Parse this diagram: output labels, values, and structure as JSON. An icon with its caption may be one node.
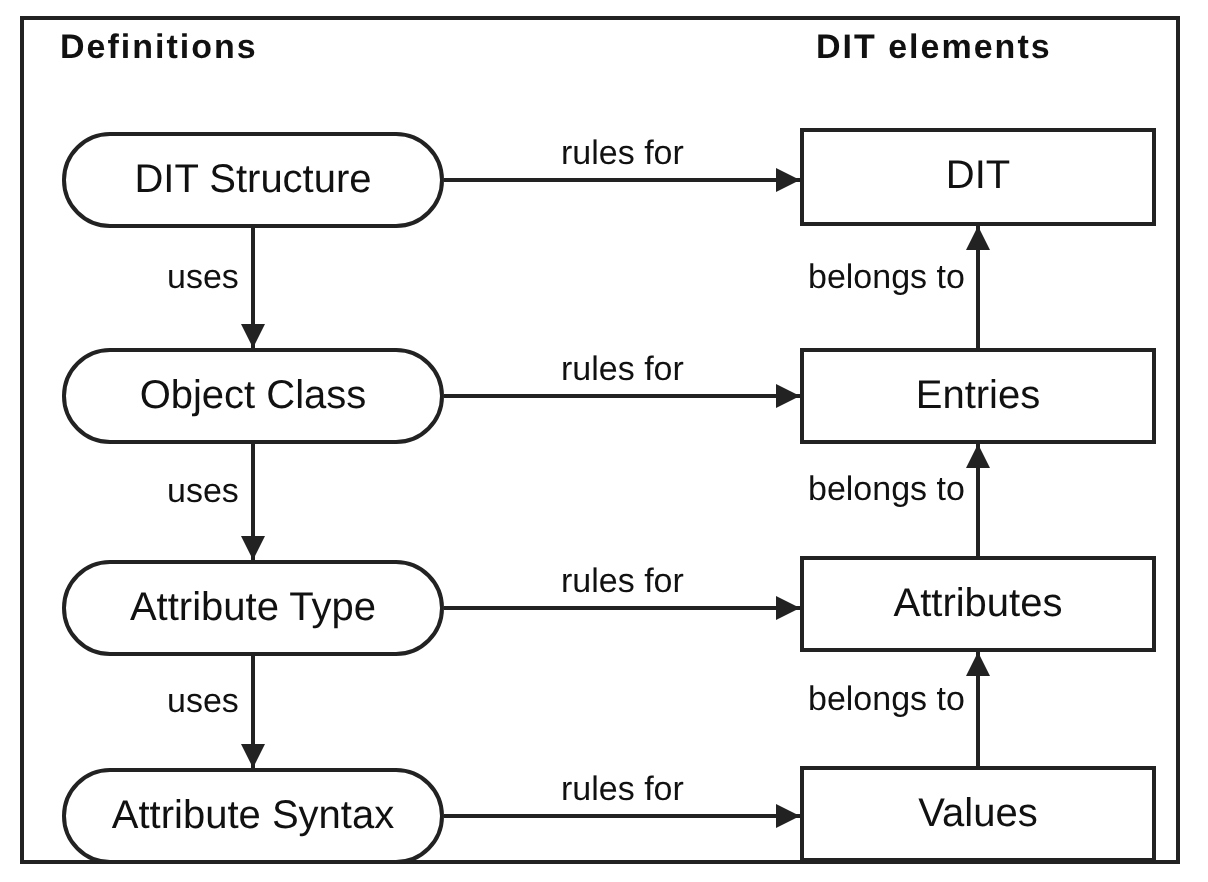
{
  "diagram": {
    "nodes": [
      {
        "text": [
          "DIT Structure"
        ]
      },
      {
        "text": [
          "Object Class"
        ]
      },
      {
        "text": [
          "Attribute Type"
        ]
      },
      {
        "text": [
          "Attribute Syntax"
        ]
      },
      {
        "text": [
          "DIT"
        ]
      },
      {
        "text": [
          "Entries"
        ]
      },
      {
        "text": [
          "Attributes"
        ]
      },
      {
        "text": [
          "Values"
        ]
      }
    ],
    "edges": [
      {
        "from": 0,
        "to": 4,
        "arrow": "to",
        "label": "rules for"
      },
      {
        "from": 0,
        "to": 1,
        "arrow": "to",
        "label": "uses"
      },
      {
        "from": 5,
        "to": 4,
        "arrow": "to",
        "label": "belongs to"
      },
      {
        "from": 1,
        "to": 5,
        "arrow": "to",
        "label": "rules for"
      },
      {
        "from": 1,
        "to": 2,
        "arrow": "to",
        "label": "uses"
      },
      {
        "from": 6,
        "to": 5,
        "arrow": "to",
        "label": "belongs to"
      },
      {
        "from": 2,
        "to": 6,
        "arrow": "to",
        "label": "rules for"
      },
      {
        "from": 2,
        "to": 3,
        "arrow": "to",
        "label": "uses"
      },
      {
        "from": 7,
        "to": 6,
        "arrow": "to",
        "label": "belongs to"
      },
      {
        "from": 3,
        "to": 7,
        "arrow": "to",
        "label": "rules for"
      }
    ],
    "labels": [
      "Definitions",
      "DIT elements"
    ]
  }
}
